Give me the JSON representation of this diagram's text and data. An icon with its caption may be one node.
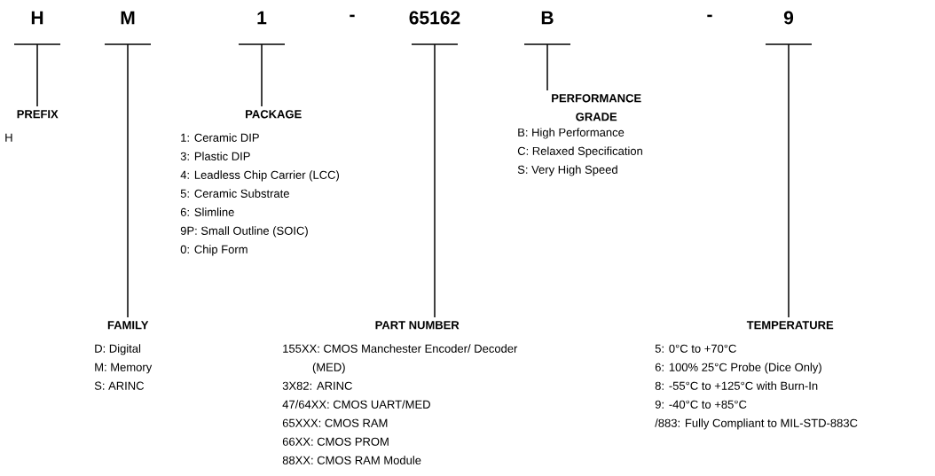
{
  "diagram": {
    "nodes": [
      {
        "text": [
          "H"
        ]
      },
      {
        "text": [
          "M"
        ]
      },
      {
        "text": [
          "1"
        ]
      },
      {
        "text": [
          "65162"
        ]
      },
      {
        "text": [
          "B"
        ]
      },
      {
        "text": [
          "9"
        ]
      },
      {
        "text": [
          "PREFIX",
          "H"
        ]
      },
      {
        "text": [
          "FAMILY",
          "D: Digital",
          "M: Memory",
          "S: ARINC"
        ]
      },
      {
        "text": [
          "PACKAGE",
          "1: Ceramic DIP",
          "3: Plastic DIP",
          "4: Leadless Chip Carrier (LCC)",
          "5: Ceramic Substrate",
          "6: Slimline",
          "9P: Small Outline (SOIC)",
          "0: Chip Form"
        ]
      },
      {
        "text": [
          "PART NUMBER",
          "155XX: CMOS Manchester Encoder/ Decoder (MED)",
          "3X82: ARINC",
          "47/64XX: CMOS UART/MED",
          "65XXX: CMOS RAM",
          "66XX: CMOS PROM",
          "88XX: CMOS RAM Module"
        ]
      },
      {
        "text": [
          "PERFORMANCE GRADE",
          "B: High Performance",
          "C: Relaxed Specification",
          "S: Very High Speed"
        ]
      },
      {
        "text": [
          "TEMPERATURE",
          "5: 0°C to +70°C",
          "6: 100% 25°C Probe (Dice Only)",
          "8: -55°C to +125°C with Burn-In",
          "9: -40°C to +85°C",
          "/883: Fully Compliant to MIL-STD-883C"
        ]
      }
    ],
    "edges": [
      {
        "from": 0,
        "to": 6,
        "arrow": "none"
      },
      {
        "from": 1,
        "to": 7,
        "arrow": "none"
      },
      {
        "from": 2,
        "to": 8,
        "arrow": "none"
      },
      {
        "from": 3,
        "to": 9,
        "arrow": "none"
      },
      {
        "from": 4,
        "to": 10,
        "arrow": "none"
      },
      {
        "from": 5,
        "to": 11,
        "arrow": "none"
      }
    ],
    "labels": [
      "-",
      "-"
    ]
  }
}
